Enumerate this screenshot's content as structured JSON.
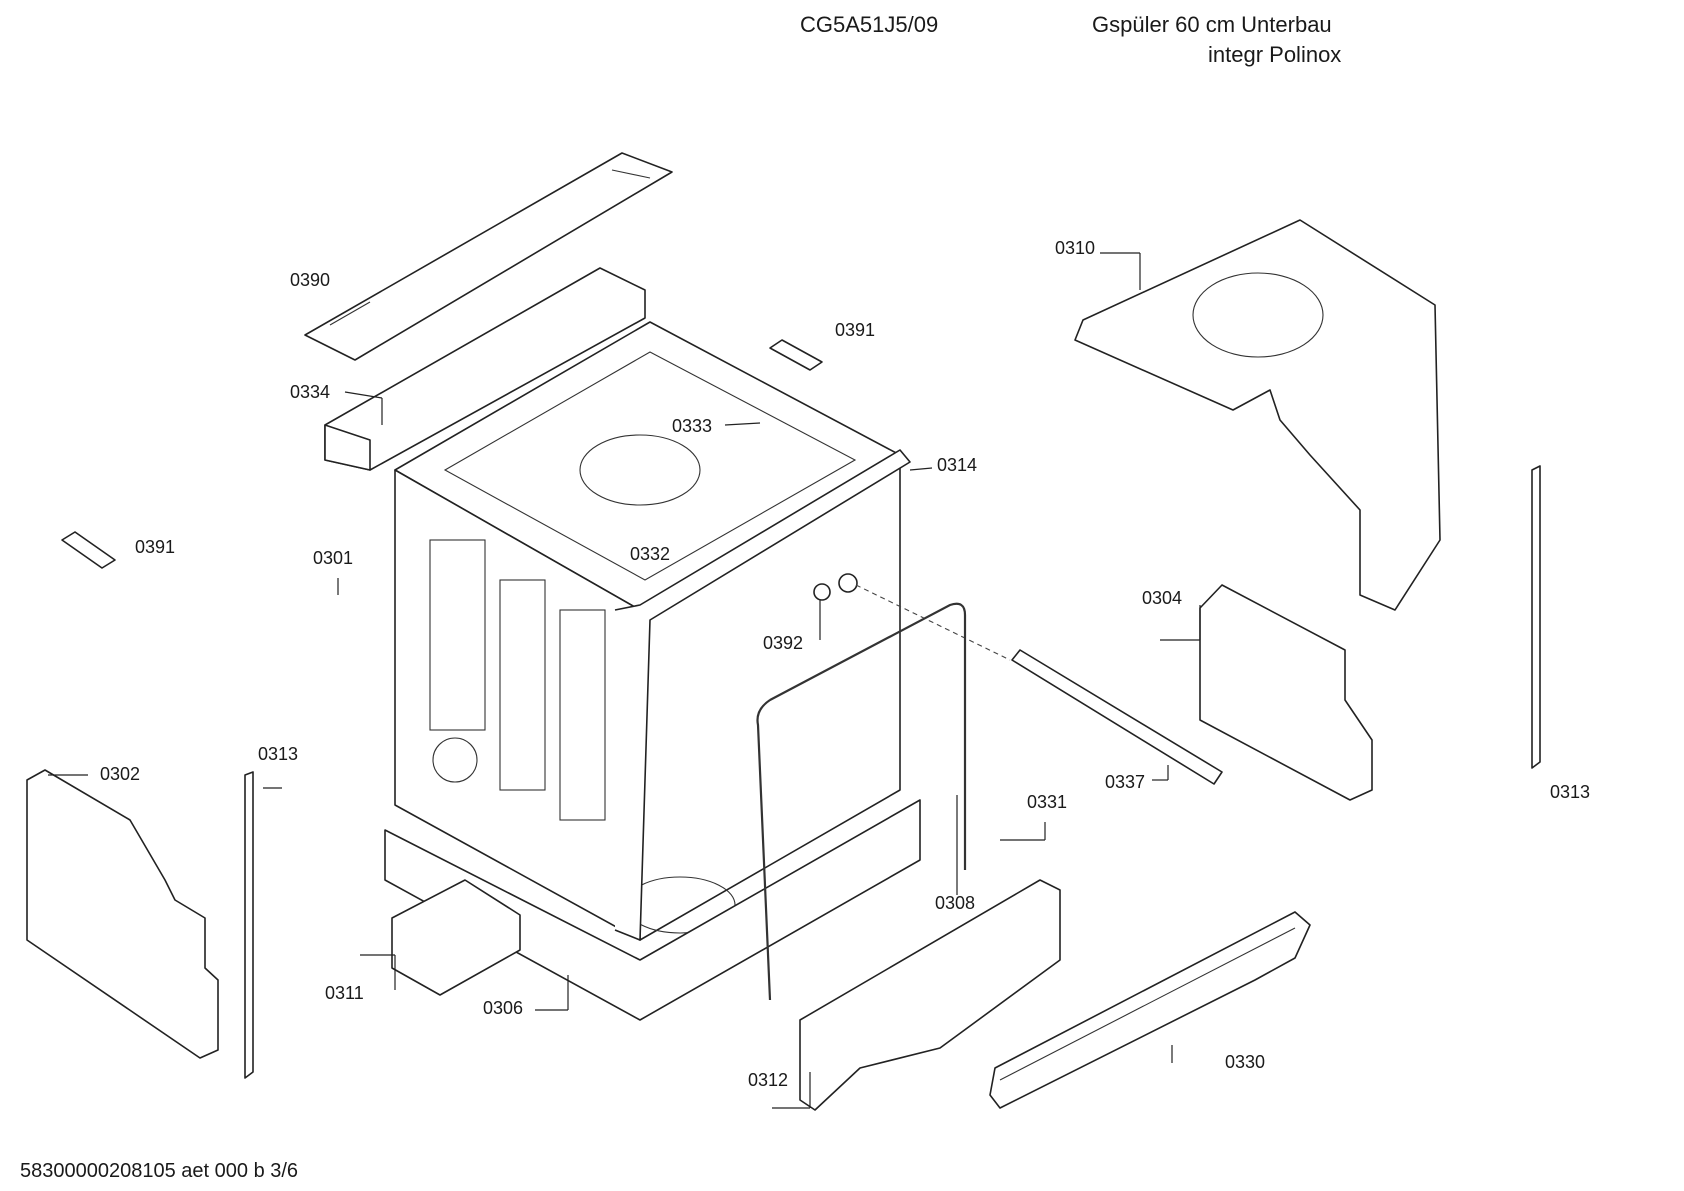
{
  "header": {
    "model": "CG5A51J5/09",
    "description_line1": "Gspüler 60 cm Unterbau",
    "description_line2": "integr Polinox"
  },
  "footer": {
    "document_code": "58300000208105 aet 000 b 3/6"
  },
  "callouts": {
    "c0390": "0390",
    "c0391a": "0391",
    "c0391b": "0391",
    "c0334": "0334",
    "c0333": "0333",
    "c0314": "0314",
    "c0332": "0332",
    "c0301": "0301",
    "c0392": "0392",
    "c0310": "0310",
    "c0304": "0304",
    "c0313a": "0313",
    "c0313b": "0313",
    "c0302": "0302",
    "c0337": "0337",
    "c0331": "0331",
    "c0308": "0308",
    "c0311": "0311",
    "c0306": "0306",
    "c0312": "0312",
    "c0330": "0330"
  }
}
